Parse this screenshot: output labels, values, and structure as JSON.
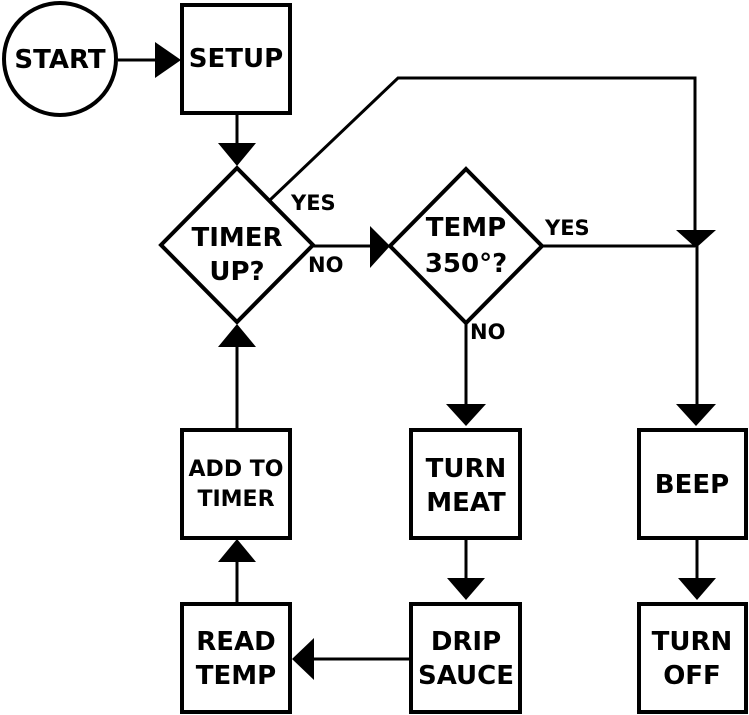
{
  "nodes": {
    "start": "START",
    "setup": "SETUP",
    "timer_up": [
      "TIMER",
      "UP?"
    ],
    "temp_350": [
      "TEMP",
      "350°?"
    ],
    "turn_meat": [
      "TURN",
      "MEAT"
    ],
    "beep": "BEEP",
    "add_to_timer": [
      "ADD TO",
      "TIMER"
    ],
    "read_temp": [
      "READ",
      "TEMP"
    ],
    "drip_sauce": [
      "DRIP",
      "SAUCE"
    ],
    "turn_off": [
      "TURN",
      "OFF"
    ]
  },
  "edges": {
    "timer_yes": "YES",
    "timer_no": "NO",
    "temp_yes": "YES",
    "temp_no": "NO"
  }
}
